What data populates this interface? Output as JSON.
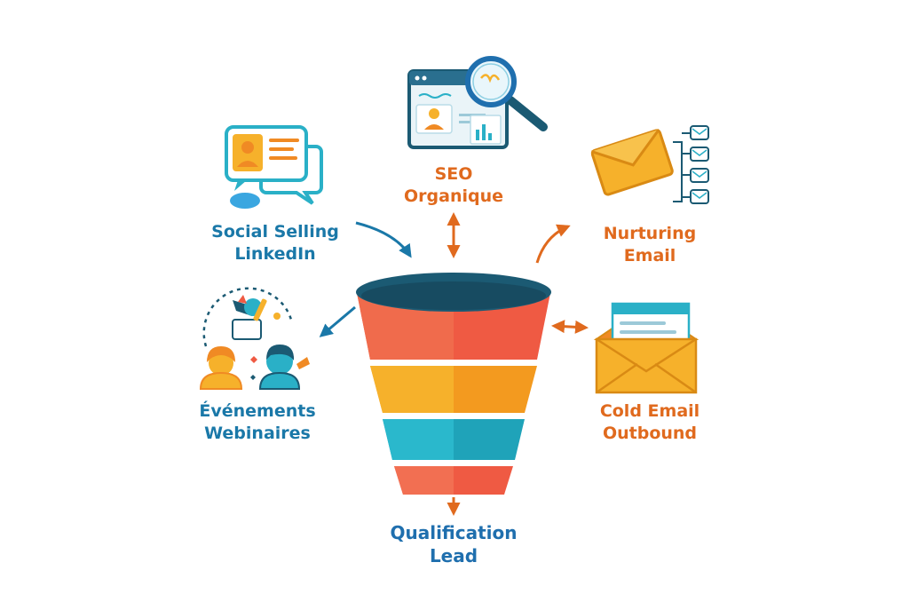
{
  "labels": {
    "seo": {
      "line1": "SEO",
      "line2": "Organique"
    },
    "social": {
      "line1": "Social Selling",
      "line2": "LinkedIn"
    },
    "nurturing": {
      "line1": "Nurturing",
      "line2": "Email"
    },
    "events": {
      "line1": "Événements",
      "line2": "Webinaires"
    },
    "cold": {
      "line1": "Cold Email",
      "line2": "Outbound"
    },
    "lead": {
      "line1": "Qualification",
      "line2": "Lead"
    }
  },
  "colors": {
    "teal": "#2ab0c7",
    "orange": "#f08a24",
    "red": "#ef5a43",
    "yellow": "#f6b12b",
    "navy": "#1b5a73",
    "blue_text": "#1a78a8",
    "orange_text": "#e06a1e"
  },
  "icons": {
    "seo": "browser-magnifier-icon",
    "social": "chat-bubbles-icon",
    "nurturing": "email-sequence-icon",
    "events": "people-event-icon",
    "cold": "open-envelope-icon",
    "funnel": "sales-funnel-icon"
  }
}
